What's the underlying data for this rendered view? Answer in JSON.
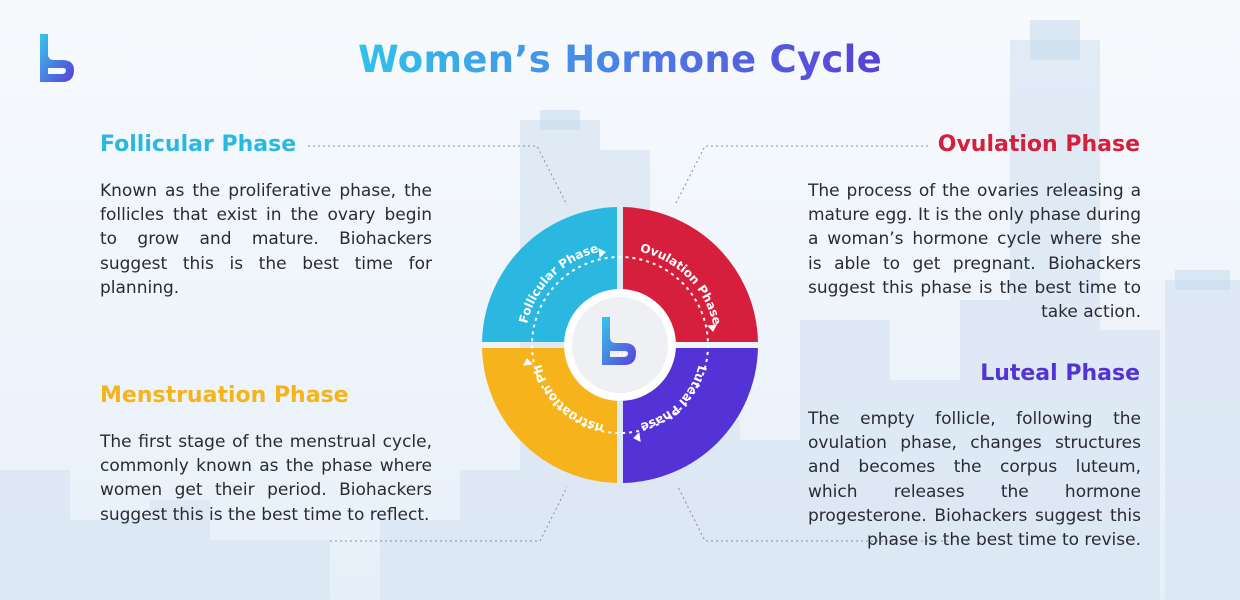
{
  "title": "Women’s Hormone Cycle",
  "colors": {
    "follicular": "#2bb8e0",
    "ovulation": "#d61f3c",
    "luteal": "#5333d6",
    "menstruation": "#f6b31b"
  },
  "phases": {
    "follicular": {
      "heading": "Follicular Phase",
      "wheel_label": "Follicular Phase",
      "description": "Known as the proliferative phase, the follicles that exist in the ovary begin to grow and mature. Biohackers suggest this is the best time for planning."
    },
    "ovulation": {
      "heading": "Ovulation Phase",
      "wheel_label": "Ovulation Phase",
      "description": "The process of the ovaries releasing a mature egg. It is the only phase during a woman’s hormone cycle where she is able to get pregnant. Biohackers suggest this phase is the best time to take action."
    },
    "luteal": {
      "heading": "Luteal Phase",
      "wheel_label": "Luteal Phase",
      "description": "The empty follicle, following the ovulation phase, changes structures and becomes the corpus luteum, which releases the hormone progesterone. Biohackers suggest this phase is the best time to revise."
    },
    "menstruation": {
      "heading": "Menstruation Phase",
      "wheel_label": "Menstruation Phase",
      "description": "The first stage of the menstrual cycle, commonly known as the phase where women get their period. Biohackers suggest this is the best time to reflect."
    }
  }
}
